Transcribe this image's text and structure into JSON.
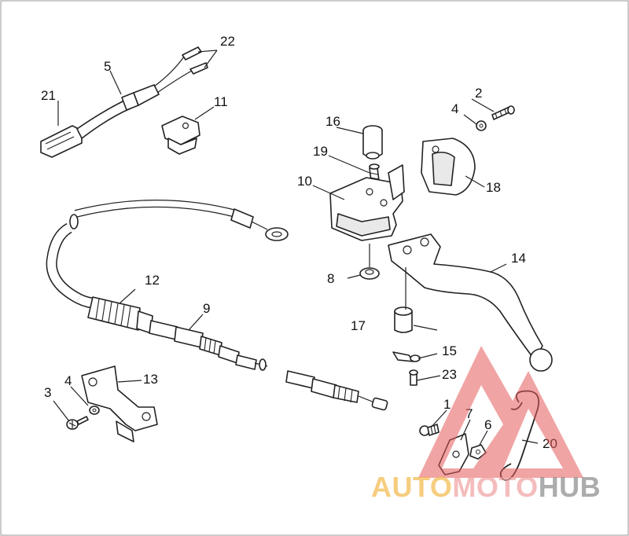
{
  "callouts": [
    {
      "id": "c1",
      "label": "1"
    },
    {
      "id": "c2",
      "label": "2"
    },
    {
      "id": "c3",
      "label": "3"
    },
    {
      "id": "c4a",
      "label": "4"
    },
    {
      "id": "c4b",
      "label": "4"
    },
    {
      "id": "c5",
      "label": "5"
    },
    {
      "id": "c6",
      "label": "6"
    },
    {
      "id": "c7",
      "label": "7"
    },
    {
      "id": "c8",
      "label": "8"
    },
    {
      "id": "c9",
      "label": "9"
    },
    {
      "id": "c10",
      "label": "10"
    },
    {
      "id": "c11",
      "label": "11"
    },
    {
      "id": "c12",
      "label": "12"
    },
    {
      "id": "c13",
      "label": "13"
    },
    {
      "id": "c14",
      "label": "14"
    },
    {
      "id": "c15",
      "label": "15"
    },
    {
      "id": "c16",
      "label": "16"
    },
    {
      "id": "c17",
      "label": "17"
    },
    {
      "id": "c18",
      "label": "18"
    },
    {
      "id": "c19",
      "label": "19"
    },
    {
      "id": "c20",
      "label": "20"
    },
    {
      "id": "c21",
      "label": "21"
    },
    {
      "id": "c22",
      "label": "22"
    },
    {
      "id": "c23",
      "label": "23"
    }
  ],
  "watermark": {
    "part1": "AUTO",
    "part2": "MOTO",
    "part3": "HUB",
    "color1": "#f3b84a",
    "color2": "#f0a0a0",
    "color3": "#8a8a8a",
    "logo_color": "#e65a5a"
  }
}
